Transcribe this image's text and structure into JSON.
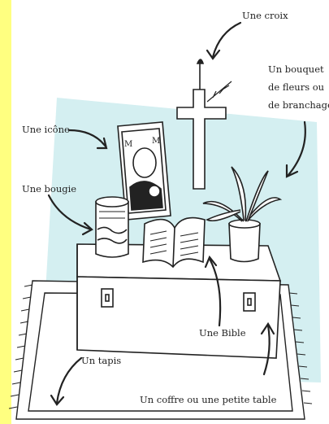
{
  "labels": {
    "croix": "Une croix",
    "bouquet_line1": "Un bouquet",
    "bouquet_line2": "de fleurs ou",
    "bouquet_line3": "de branchages",
    "icone": "Une icône",
    "bougie": "Une bougie",
    "bible": "Une Bible",
    "tapis": "Un tapis",
    "coffre": "Un coffre ou  une petite table"
  },
  "colors": {
    "background": "#ffff80",
    "panel": "#ffffff",
    "tint": "#d4eff1",
    "ink": "#222222"
  },
  "illustrations": [
    "cross-icon",
    "icon-image",
    "candle-icon",
    "bible-book",
    "plant-pot",
    "chest-box",
    "rug"
  ]
}
